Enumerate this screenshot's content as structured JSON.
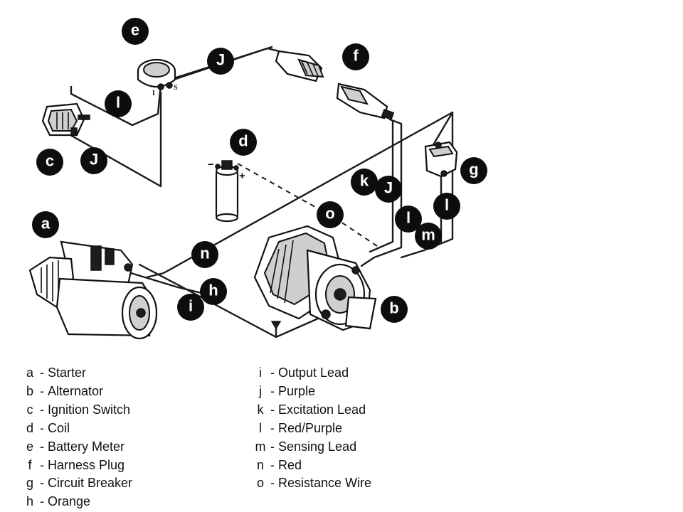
{
  "callouts": {
    "a": "a",
    "b": "b",
    "c": "c",
    "d": "d",
    "e": "e",
    "f": "f",
    "g": "g",
    "h": "h",
    "i": "i",
    "j": "J",
    "k": "k",
    "l": "l",
    "m": "m",
    "n": "n",
    "o": "o"
  },
  "coil_polarity": {
    "minus": "−",
    "plus": "+"
  },
  "meter_terminals": {
    "i": "I",
    "s": "S"
  },
  "legend": {
    "left": [
      {
        "key": "a",
        "label": "Starter"
      },
      {
        "key": "b",
        "label": "Alternator"
      },
      {
        "key": "c",
        "label": "Ignition Switch"
      },
      {
        "key": "d",
        "label": "Coil"
      },
      {
        "key": "e",
        "label": "Battery Meter"
      },
      {
        "key": "f",
        "label": "Harness Plug"
      },
      {
        "key": "g",
        "label": "Circuit Breaker"
      },
      {
        "key": "h",
        "label": "Orange"
      }
    ],
    "right": [
      {
        "key": "i",
        "label": "Output Lead"
      },
      {
        "key": "j",
        "label": "Purple"
      },
      {
        "key": "k",
        "label": "Excitation Lead"
      },
      {
        "key": "l",
        "label": "Red/Purple"
      },
      {
        "key": "m",
        "label": "Sensing Lead"
      },
      {
        "key": "n",
        "label": "Red"
      },
      {
        "key": "o",
        "label": "Resistance Wire"
      }
    ],
    "separator": "-"
  }
}
